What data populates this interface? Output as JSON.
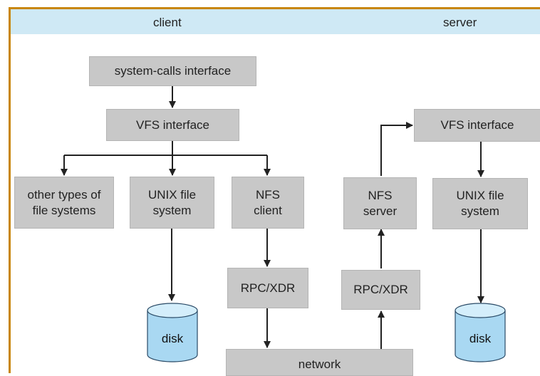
{
  "header": {
    "left_label": "client",
    "right_label": "server"
  },
  "client": {
    "syscalls": "system-calls interface",
    "vfs": "VFS interface",
    "other_fs": "other types of\nfile systems",
    "unix_fs": "UNIX file\nsystem",
    "nfs_client": "NFS\nclient",
    "rpc": "RPC/XDR",
    "disk": "disk"
  },
  "server": {
    "vfs": "VFS interface",
    "nfs_server": "NFS\nserver",
    "unix_fs": "UNIX file\nsystem",
    "rpc": "RPC/XDR",
    "disk": "disk"
  },
  "network": "network",
  "colors": {
    "box": "#c8c8c8",
    "header": "#cfe9f5",
    "frame": "#c8860a",
    "disk": "#a9d8f2"
  }
}
